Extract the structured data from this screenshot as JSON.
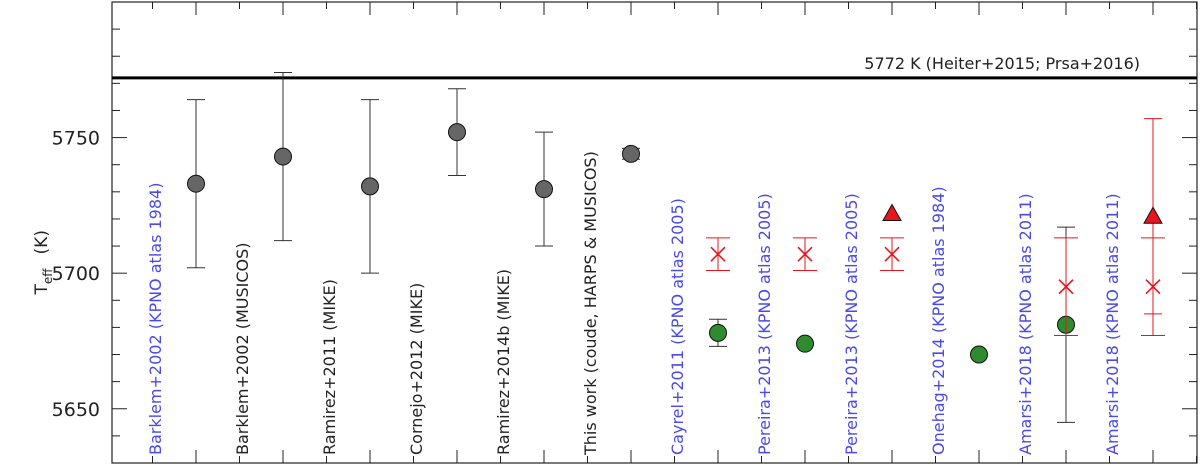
{
  "chart_data": {
    "type": "scatter",
    "ylabel_main": "T",
    "ylabel_sub": "eff",
    "ylabel_unit": "(K)",
    "ylim": [
      5630,
      5800
    ],
    "yticks": [
      5650,
      5700,
      5750
    ],
    "reference_line": {
      "value": 5772,
      "label": "5772 K (Heiter+2015; Prsa+2016)"
    },
    "studies": [
      {
        "label": "Barklem+2002 (KPNO atlas 1984)",
        "color": "#4a4ae8"
      },
      {
        "label": "Barklem+2002 (MUSICOS)",
        "color": "#222222"
      },
      {
        "label": "Ramirez+2011 (MIKE)",
        "color": "#222222"
      },
      {
        "label": "Cornejo+2012 (MIKE)",
        "color": "#222222"
      },
      {
        "label": "Ramirez+2014b (MIKE)",
        "color": "#222222"
      },
      {
        "label": "This work (coude, HARPS & MUSICOS)",
        "color": "#222222"
      },
      {
        "label": "Cayrel+2011 (KPNO atlas 2005)",
        "color": "#4a4ae8"
      },
      {
        "label": "Pereira+2013 (KPNO atlas 2005)",
        "color": "#4a4ae8"
      },
      {
        "label": "Pereira+2013 (KPNO atlas 2005)",
        "color": "#4a4ae8"
      },
      {
        "label": "Onehag+2014 (KPNO atlas 1984)",
        "color": "#4a4ae8"
      },
      {
        "label": "Amarsi+2018 (KPNO atlas 2011)",
        "color": "#4a4ae8"
      },
      {
        "label": "Amarsi+2018 (KPNO atlas 2011)",
        "color": "#4a4ae8"
      }
    ],
    "series": [
      {
        "marker": "circle",
        "color": "#666666",
        "points": [
          {
            "i": 0,
            "y": 5733,
            "err": 31
          },
          {
            "i": 1,
            "y": 5743,
            "err": 31
          },
          {
            "i": 2,
            "y": 5732,
            "err": 32
          },
          {
            "i": 3,
            "y": 5752,
            "err": 16
          },
          {
            "i": 4,
            "y": 5731,
            "err": 21
          },
          {
            "i": 5,
            "y": 5744,
            "err": 2
          }
        ]
      },
      {
        "marker": "circle",
        "color": "#2e8b2e",
        "points": [
          {
            "i": 6,
            "y": 5678,
            "err": 5
          },
          {
            "i": 7,
            "y": 5674
          },
          {
            "i": 9,
            "y": 5670
          },
          {
            "i": 10,
            "y": 5681,
            "err": 36
          }
        ]
      },
      {
        "marker": "cross",
        "color": "#e8141e",
        "points": [
          {
            "i": 6,
            "y": 5707,
            "err": 6
          },
          {
            "i": 7,
            "y": 5707,
            "err": 6
          },
          {
            "i": 8,
            "y": 5707,
            "err": 6
          },
          {
            "i": 10,
            "y": 5695,
            "err": 18
          },
          {
            "i": 11,
            "y": 5695,
            "err": 18
          }
        ]
      },
      {
        "marker": "triangle",
        "color": "#e8141e",
        "points": [
          {
            "i": 8,
            "y": 5722
          },
          {
            "i": 11,
            "y": 5721,
            "err": 36
          }
        ]
      }
    ]
  }
}
